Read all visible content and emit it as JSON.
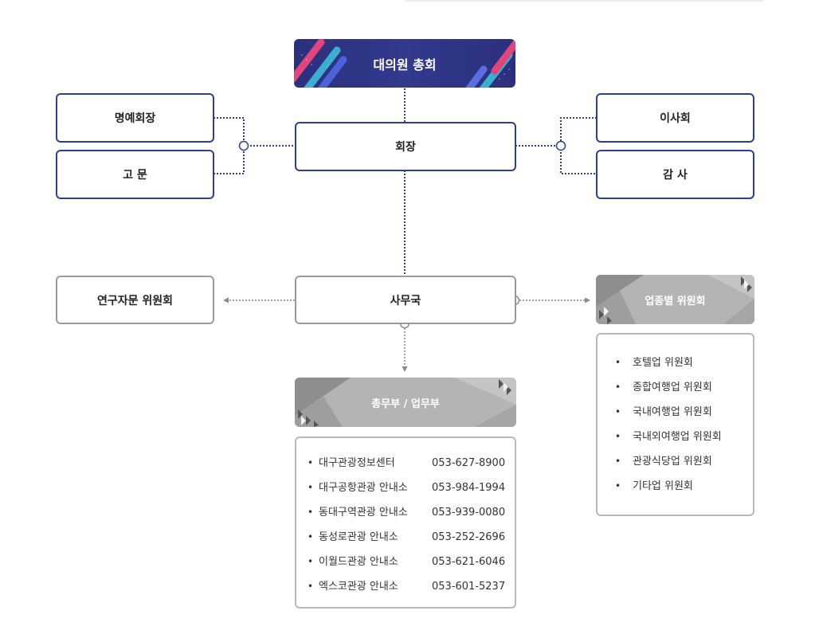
{
  "top": {
    "label": "대의원 총회"
  },
  "chairman": {
    "label": "회장"
  },
  "left_group": [
    {
      "label": "명예회장"
    },
    {
      "label": "고 문"
    }
  ],
  "right_group": [
    {
      "label": "이사회"
    },
    {
      "label": "감 사"
    }
  ],
  "secretariat": {
    "label": "사무국"
  },
  "research": {
    "label": "연구자문 위원회"
  },
  "committees": {
    "label": "업종별 위원회",
    "items": [
      "호텔업 위원회",
      "종합여행업 위원회",
      "국내여행업 위원회",
      "국내외여행업 위원회",
      "관광식당업 위원회",
      "기타업 위원회"
    ]
  },
  "departments": {
    "label": "총무부 / 업무부",
    "offices": [
      {
        "name": "대구관광정보센터",
        "phone": "053-627-8900"
      },
      {
        "name": "대구공항관광 안내소",
        "phone": "053-984-1994"
      },
      {
        "name": "동대구역관광 안내소",
        "phone": "053-939-0080"
      },
      {
        "name": "동성로관광 안내소",
        "phone": "053-252-2696"
      },
      {
        "name": "이월드관광 안내소",
        "phone": "053-621-6046"
      },
      {
        "name": "엑스코관광 안내소",
        "phone": "053-601-5237"
      }
    ]
  },
  "bullet": "•",
  "colors": {
    "navy": "#2d3f8e",
    "gray_border": "#9a9a9a",
    "top_bg": "#2c2f7d",
    "accent_pink": "#e0457b",
    "accent_cyan": "#3fc6e0",
    "dept_gray": "#b4b4b4"
  }
}
